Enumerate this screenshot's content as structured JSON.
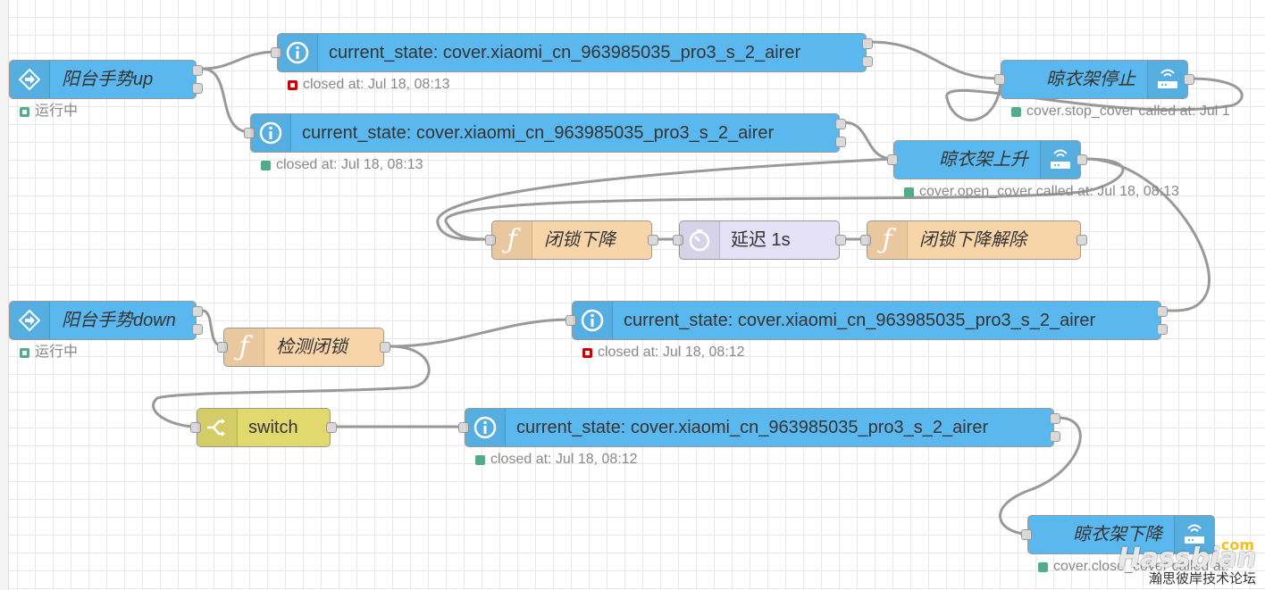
{
  "nodes": {
    "gesture_up": {
      "label": "阳台手势up",
      "status": "运行中",
      "icon": "arrow-right-icon"
    },
    "state_1": {
      "label": "current_state: cover.xiaomi_cn_963985035_pro3_s_2_airer",
      "status": "closed at: Jul 18, 08:13",
      "icon": "info-icon"
    },
    "state_2": {
      "label": "current_state: cover.xiaomi_cn_963985035_pro3_s_2_airer",
      "status": "closed at: Jul 18, 08:13",
      "icon": "info-icon"
    },
    "airer_stop": {
      "label": "晾衣架停止",
      "status": "cover.stop_cover called at: Jul 1",
      "icon": "router-icon"
    },
    "airer_up": {
      "label": "晾衣架上升",
      "status": "cover.open_cover called at: Jul 18, 08:13",
      "icon": "router-icon"
    },
    "lock_down": {
      "label": "闭锁下降",
      "icon": "function-icon"
    },
    "delay": {
      "label": "延迟 1s",
      "icon": "timer-icon"
    },
    "lock_down_release": {
      "label": "闭锁下降解除",
      "icon": "function-icon"
    },
    "gesture_down": {
      "label": "阳台手势down",
      "status": "运行中",
      "icon": "arrow-right-icon"
    },
    "check_lock": {
      "label": "检测闭锁",
      "icon": "function-icon"
    },
    "state_3": {
      "label": "current_state: cover.xiaomi_cn_963985035_pro3_s_2_airer",
      "status": "closed at: Jul 18, 08:12",
      "icon": "info-icon"
    },
    "switch": {
      "label": "switch",
      "icon": "switch-icon"
    },
    "state_4": {
      "label": "current_state: cover.xiaomi_cn_963985035_pro3_s_2_airer",
      "status": "closed at: Jul 18, 08:12",
      "icon": "info-icon"
    },
    "airer_down": {
      "label": "晾衣架下降",
      "status": "cover.close_cover called at:",
      "icon": "router-icon"
    }
  },
  "watermark": {
    "brand": "Hassbian",
    "suffix": "com",
    "subtitle": "瀚思彼岸技术论坛"
  },
  "colors": {
    "ha_node": "#5bb8ee",
    "function_node": "#f8d4a9",
    "delay_node": "#e4e1f7",
    "switch_node": "#e2d96e",
    "status_ok": "#55aa88",
    "status_closed": "#cc0000",
    "wire": "#999999"
  }
}
